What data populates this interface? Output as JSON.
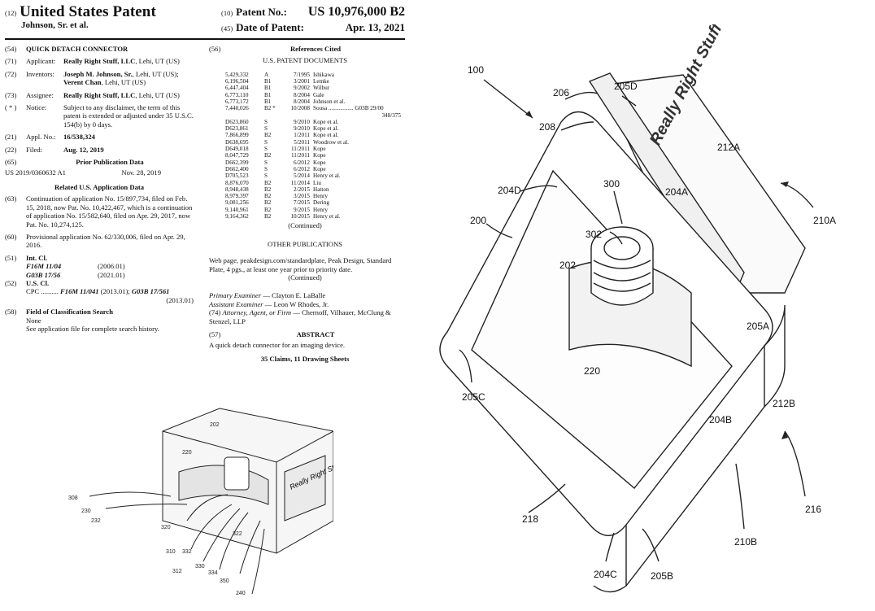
{
  "header": {
    "code_12": "(12)",
    "title": "United States Patent",
    "inventor_line": "Johnson, Sr. et al.",
    "code_10": "(10)",
    "patent_no_label": "Patent No.:",
    "patent_no": "US 10,976,000 B2",
    "code_45": "(45)",
    "date_label": "Date of Patent:",
    "date": "Apr. 13, 2021"
  },
  "biblio": {
    "f54": {
      "code": "(54)",
      "value": "QUICK DETACH CONNECTOR"
    },
    "f71": {
      "code": "(71)",
      "label": "Applicant:",
      "name": "Really Right Stuff, LLC",
      "rest": ", Lehi, UT (US)"
    },
    "f72": {
      "code": "(72)",
      "label": "Inventors:",
      "line1_name": "Joseph M. Johnson, Sr.",
      "line1_rest": ", Lehi, UT (US); ",
      "line2_name": "Verent Chan",
      "line2_rest": ", Lehi, UT (US)"
    },
    "f73": {
      "code": "(73)",
      "label": "Assignee:",
      "name": "Really Right Stuff, LLC",
      "rest": ", Lehi, UT (US)"
    },
    "notice": {
      "code": "( * )",
      "label": "Notice:",
      "value": "Subject to any disclaimer, the term of this patent is extended or adjusted under 35 U.S.C. 154(b) by 0 days."
    },
    "f21": {
      "code": "(21)",
      "label": "Appl. No.:",
      "value": "16/538,324"
    },
    "f22": {
      "code": "(22)",
      "label": "Filed:",
      "value": "Aug. 12, 2019"
    },
    "f65": {
      "code": "(65)",
      "title": "Prior Publication Data",
      "pub": "US 2019/0360632 A1",
      "pub_date": "Nov. 28, 2019"
    },
    "related_title": "Related U.S. Application Data",
    "f63": {
      "code": "(63)",
      "value": "Continuation of application No. 15/897,734, filed on Feb. 15, 2018, now Pat. No. 10,422,467, which is a continuation of application No. 15/582,640, filed on Apr. 29, 2017, now Pat. No. 10,274,125."
    },
    "f60": {
      "code": "(60)",
      "value": "Provisional application No. 62/330,006, filed on Apr. 29, 2016."
    },
    "f51": {
      "code": "(51)",
      "title": "Int. Cl.",
      "c1": "F16M 11/04",
      "c1d": "(2006.01)",
      "c2": "G03B 17/56",
      "c2d": "(2021.01)"
    },
    "f52": {
      "code": "(52)",
      "title": "U.S. Cl.",
      "cpc": "CPC ..........",
      "c1": "F16M 11/041",
      "c1d": " (2013.01); ",
      "c2": "G03B 17/561",
      "c2d": "(2013.01)"
    },
    "f58": {
      "code": "(58)",
      "title": "Field of Classification Search",
      "l1": "None",
      "l2": "See application file for complete search history."
    }
  },
  "refs": {
    "code": "(56)",
    "title": "References Cited",
    "subtitle": "U.S. PATENT DOCUMENTS",
    "rows": [
      {
        "n": "5,429,332",
        "k": "A",
        "d": "7/1995",
        "a": "Ishikawa"
      },
      {
        "n": "6,196,504",
        "k": "B1",
        "d": "3/2001",
        "a": "Lemke"
      },
      {
        "n": "6,447,404",
        "k": "B1",
        "d": "9/2002",
        "a": "Wilbur"
      },
      {
        "n": "6,773,110",
        "k": "B1",
        "d": "8/2004",
        "a": "Gale"
      },
      {
        "n": "6,773,172",
        "k": "B1",
        "d": "8/2004",
        "a": "Johnson et al."
      },
      {
        "n": "7,440,026",
        "k": "B2 *",
        "d": "10/2008",
        "a": "Sousa ................. G03B 29/00"
      },
      {
        "n": "",
        "k": "",
        "d": "",
        "a": "348/375"
      },
      {
        "n": "D623,860",
        "k": "S",
        "d": "9/2010",
        "a": "Kope et al."
      },
      {
        "n": "D623,861",
        "k": "S",
        "d": "9/2010",
        "a": "Kope et al."
      },
      {
        "n": "7,866,899",
        "k": "B2",
        "d": "1/2011",
        "a": "Kope et al."
      },
      {
        "n": "D638,695",
        "k": "S",
        "d": "5/2011",
        "a": "Woodrow et al."
      },
      {
        "n": "D649,018",
        "k": "S",
        "d": "11/2011",
        "a": "Kope"
      },
      {
        "n": "8,047,729",
        "k": "B2",
        "d": "11/2011",
        "a": "Kope"
      },
      {
        "n": "D662,399",
        "k": "S",
        "d": "6/2012",
        "a": "Kope"
      },
      {
        "n": "D662,400",
        "k": "S",
        "d": "6/2012",
        "a": "Kope"
      },
      {
        "n": "D705,523",
        "k": "S",
        "d": "5/2014",
        "a": "Henry et al."
      },
      {
        "n": "8,876,070",
        "k": "B2",
        "d": "11/2014",
        "a": "Liu"
      },
      {
        "n": "8,948,438",
        "k": "B2",
        "d": "2/2015",
        "a": "Hatton"
      },
      {
        "n": "8,979,397",
        "k": "B2",
        "d": "3/2015",
        "a": "Henry"
      },
      {
        "n": "9,081,256",
        "k": "B2",
        "d": "7/2015",
        "a": "Dering"
      },
      {
        "n": "9,140,961",
        "k": "B2",
        "d": "9/2015",
        "a": "Henry"
      },
      {
        "n": "9,164,362",
        "k": "B2",
        "d": "10/2015",
        "a": "Henry et al."
      }
    ],
    "continued": "(Continued)",
    "other_title": "OTHER PUBLICATIONS",
    "other_text": "Web page, peakdesign.com/standardplate, Peak Design, Standard Plate, 4 pgs., at least one year prior to priority date.",
    "continued2": "(Continued)",
    "primary_label": "Primary Examiner",
    "primary": " — Clayton E. LaBalle",
    "assistant_label": "Assistant Examiner",
    "assistant": " — Leon W Rhodes, Jr.",
    "attorney_code": "(74) ",
    "attorney_label": "Attorney, Agent, or Firm",
    "attorney": " — Chernoff, Vilhauer, McClung & Stenzel, LLP",
    "abstract_code": "(57)",
    "abstract_title": "ABSTRACT",
    "abstract_text": "A quick detach connector for an imaging device.",
    "claims": "35 Claims, 11 Drawing Sheets"
  },
  "fig_left": {
    "brand": "Really Right Stuff",
    "labels": {
      "l202": "202",
      "l220": "220",
      "l308": "308",
      "l230": "230",
      "l232": "232",
      "l320": "320",
      "l322": "322",
      "l310": "310",
      "l332": "332",
      "l312": "312",
      "l330": "330",
      "l334": "334",
      "l350": "350",
      "l240": "240"
    }
  },
  "fig_right": {
    "brand": "Really Right Stuff",
    "labels": {
      "l100": "100",
      "l206": "206",
      "l205D": "205D",
      "l208": "208",
      "l204D": "204D",
      "l212A": "212A",
      "l204A": "204A",
      "l300": "300",
      "l210A": "210A",
      "l200": "200",
      "l302": "302",
      "l202": "202",
      "l205A": "205A",
      "l205C": "205C",
      "l220": "220",
      "l212B": "212B",
      "l204B": "204B",
      "l218": "218",
      "l210B": "210B",
      "l216": "216",
      "l204C": "204C",
      "l205B": "205B"
    }
  }
}
